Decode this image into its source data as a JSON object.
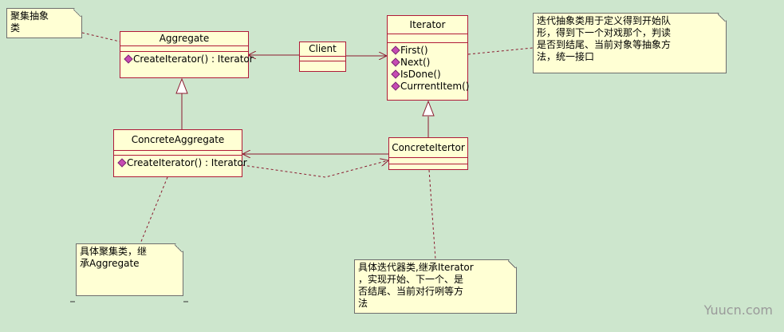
{
  "classes": {
    "aggregate": {
      "name": "Aggregate",
      "ops": [
        "CreateIterator() : Iterator"
      ]
    },
    "client": {
      "name": "Client"
    },
    "iterator": {
      "name": "Iterator",
      "ops": [
        "First()",
        "Next()",
        "IsDone()",
        "CurrrentItem()"
      ]
    },
    "concrete_aggregate": {
      "name": "ConcreteAggregate",
      "ops": [
        "CreateIterator() : Iterator"
      ]
    },
    "concrete_iterator": {
      "name": "ConcreteItertor"
    }
  },
  "notes": {
    "aggregate_note": "聚集抽象\n类",
    "iterator_note": "迭代抽象类用于定义得到开始队\n形，得到下一个对戏那个，判读\n是否到结尾、当前对象等抽象方\n法，统一接口",
    "concrete_aggregate_note": "具体聚集类，继\n承Aggregate",
    "concrete_iterator_note": "具体迭代器类,继承Iterator\n，实现开始、下一个、是\n否结尾、当前对行咧等方\n法"
  },
  "watermark": "Yuucn.com",
  "colors": {
    "background": "#cde6cd",
    "class_fill": "#ffffd4",
    "class_border": "#b01a38",
    "connector": "#8b1a2e",
    "operation_icon": "#c64bb3"
  }
}
